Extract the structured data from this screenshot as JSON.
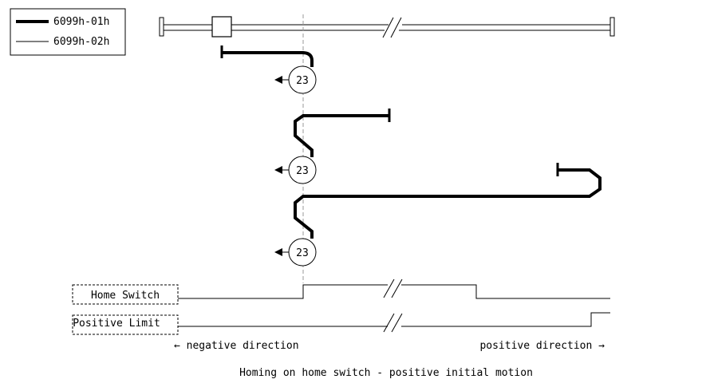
{
  "legend": {
    "thick_label": "6099h-01h",
    "thin_label": "6099h-02h"
  },
  "method_number": "23",
  "signals": {
    "home_switch_label": "Home Switch",
    "positive_limit_label": "Positive Limit"
  },
  "directions": {
    "negative": "← negative direction",
    "positive": "positive direction →"
  },
  "caption": "Homing on home switch - positive initial motion",
  "colors": {
    "line": "#000000",
    "dashed_ref": "#999999",
    "background": "#ffffff"
  }
}
